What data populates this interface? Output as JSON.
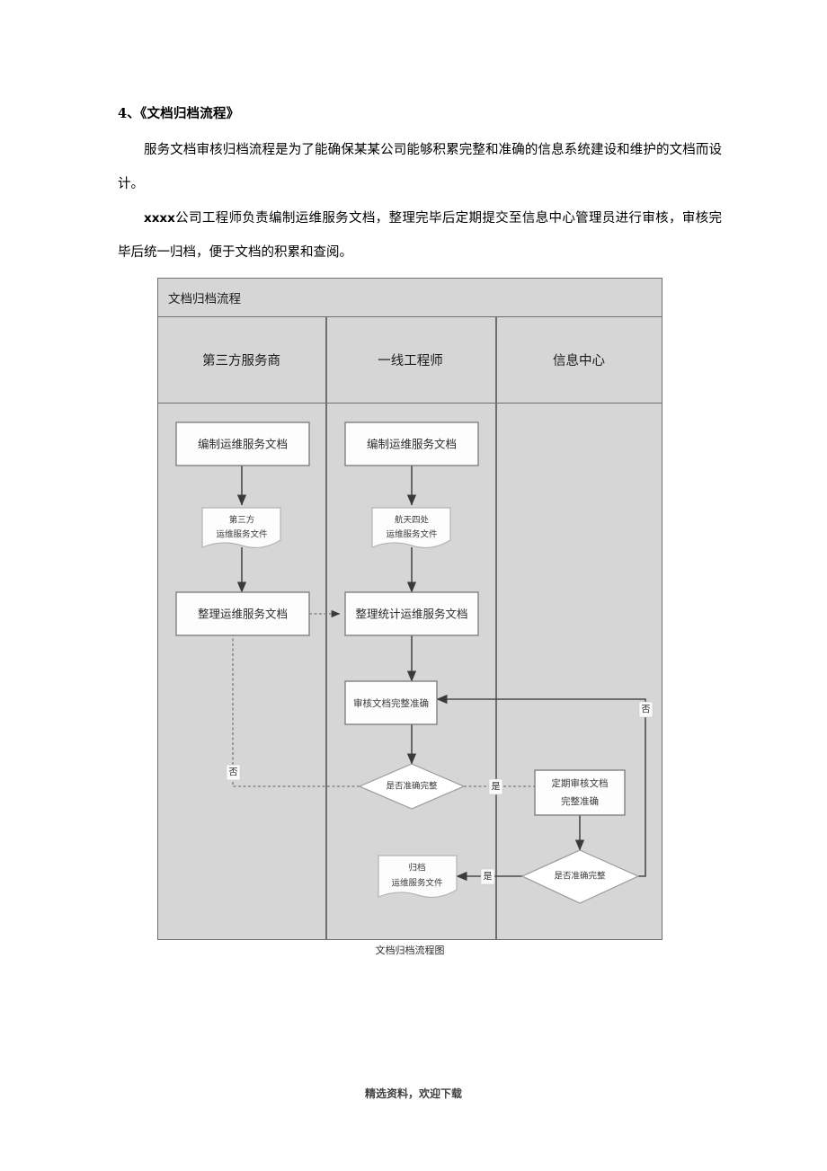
{
  "document": {
    "section_number": "4、《文档归档流程》",
    "paragraphs": [
      "服务文档审核归档流程是为了能确保某某公司能够积累完整和准确的信息系统建设和维护的文档而设计。",
      "公司工程师负责编制运维服务文档，整理完毕后定期提交至信息中心管理员进行审核，审核完毕后统一归档，便于文档的积累和查阅。"
    ],
    "paragraph2_prefix": "xxxx",
    "caption": "文档归档流程图",
    "footer": "精选资料，欢迎下载"
  },
  "flowchart": {
    "title": "文档归档流程",
    "lanes": [
      {
        "label": "第三方服务商"
      },
      {
        "label": "一线工程师"
      },
      {
        "label": "信息中心"
      }
    ],
    "nodes": {
      "n1": "编制运维服务文档",
      "n2_line1": "第三方",
      "n2_line2": "运维服务文件",
      "n3": "整理运维服务文档",
      "n4": "编制运维服务文档",
      "n5_line1": "航天四处",
      "n5_line2": "运维服务文件",
      "n6": "整理统计运维服务文档",
      "n7": "审核文档完整准确",
      "n8": "是否准确完整",
      "n9_line1": "定期审核文档",
      "n9_line2": "完整准确",
      "n10": "是否准确完整",
      "n11_line1": "归档",
      "n11_line2": "运维服务文件"
    },
    "edge_labels": {
      "no_left": "否",
      "yes_mid": "是",
      "no_right": "否",
      "yes_bottom": "是"
    },
    "colors": {
      "lane_background": "#d6d6d6",
      "frame_border": "#6f6f6f",
      "node_fill": "#fdfdfd",
      "connector": "#4a4a4a"
    }
  }
}
